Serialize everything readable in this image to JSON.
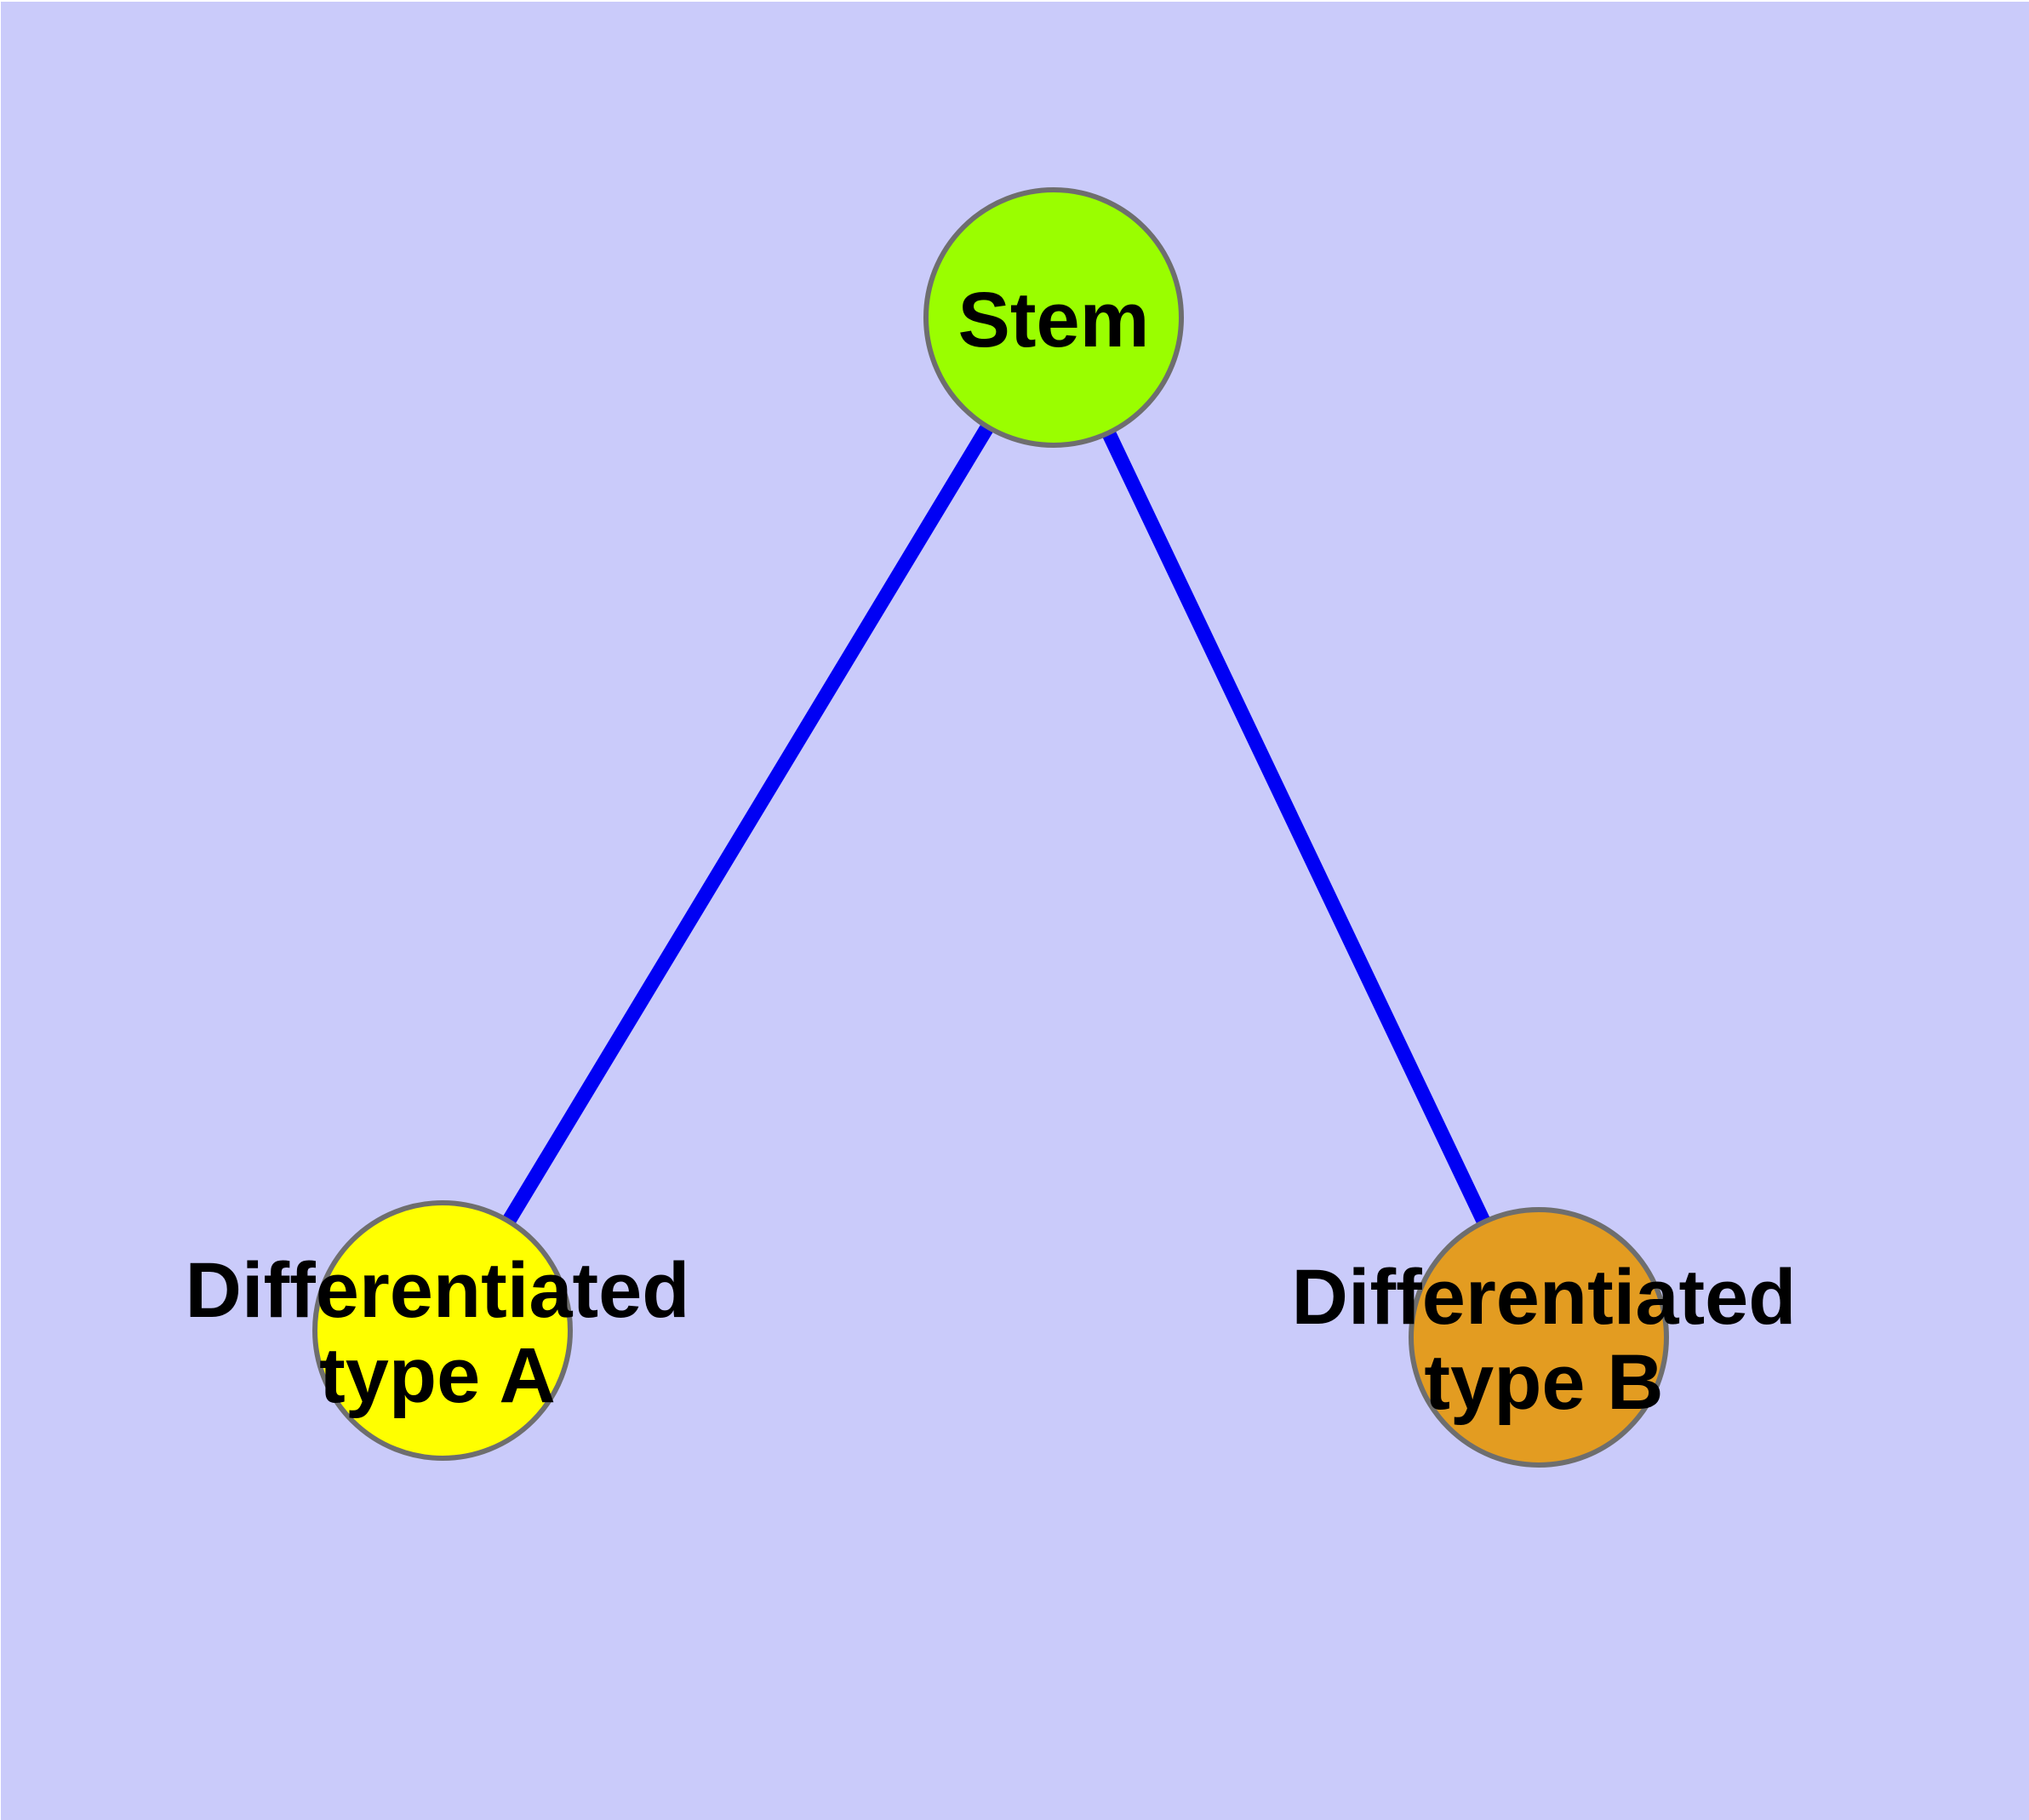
{
  "diagram": {
    "type": "node-link-graph",
    "background_color": "#CACBFA",
    "page_margin_color": "#FFFFFF",
    "edge_color": "#0000F4",
    "node_border_color": "#6E6E6E",
    "label_color": "#000000",
    "nodes": [
      {
        "id": "stem",
        "label": "Stem",
        "lines": [
          "Stem"
        ],
        "fill": "#9AFE00"
      },
      {
        "id": "diff-a",
        "label": "Differentiated type A",
        "lines": [
          "Differentiated",
          "type A"
        ],
        "fill": "#FFFF00"
      },
      {
        "id": "diff-b",
        "label": "Differentiated type B",
        "lines": [
          "Differentiated",
          "type B"
        ],
        "fill": "#E39C21"
      }
    ],
    "edges": [
      {
        "from": "stem",
        "to": "diff-a"
      },
      {
        "from": "stem",
        "to": "diff-b"
      }
    ]
  }
}
